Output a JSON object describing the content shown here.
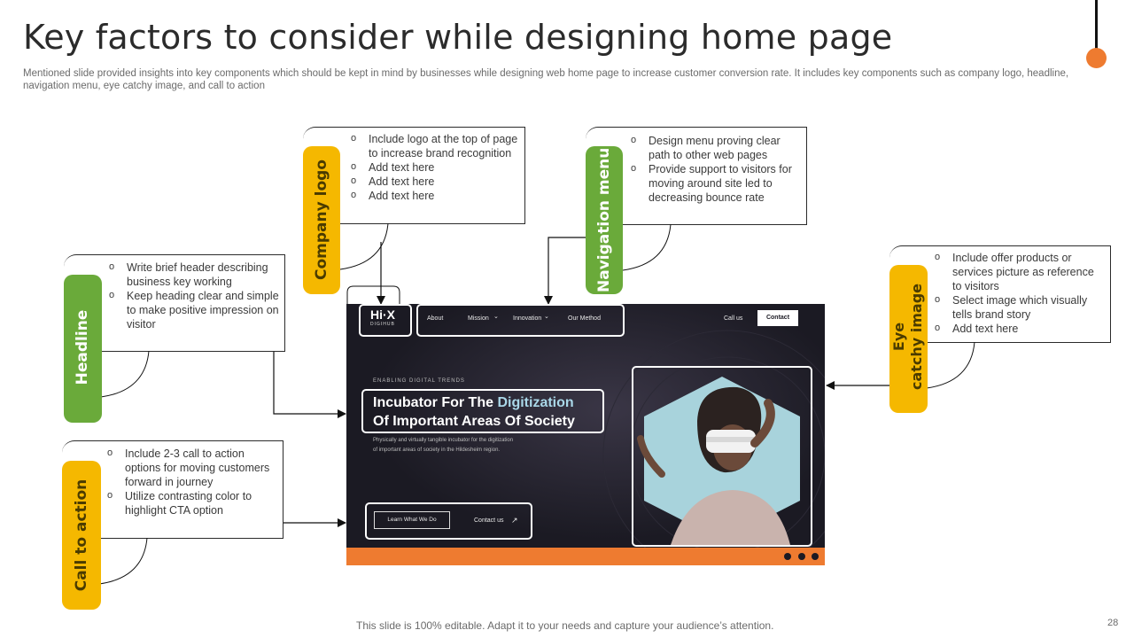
{
  "title": "Key factors to consider while designing home page",
  "subtitle": "Mentioned slide provided insights into key components which should be kept in mind by businesses while designing web home page to increase customer conversion rate. It includes key components such as company logo, headline, navigation menu, eye catchy image, and call to action",
  "footer": "This slide is 100% editable. Adapt it to your needs and capture your audience’s attention.",
  "page_number": "28",
  "colors": {
    "accent_orange": "#ee7b30",
    "yellow": "#f5b800",
    "green": "#6aaa3a",
    "dark": "#1b1a23"
  },
  "callouts": {
    "company_logo": {
      "label": "Company logo",
      "items": [
        "Include logo at the top of page to increase brand recognition",
        "Add text here",
        "Add text here",
        "Add text here"
      ]
    },
    "navigation_menu": {
      "label": "Navigation menu",
      "items": [
        "Design menu proving clear path to other web pages",
        "Provide  support to visitors for moving  around site led to decreasing bounce rate"
      ]
    },
    "headline": {
      "label": "Headline",
      "items": [
        "Write brief header describing business key working",
        "Keep heading clear and simple to make positive impression on visitor"
      ]
    },
    "eye_catchy_image": {
      "label_line1": "Eye",
      "label_line2": "catchy image",
      "items": [
        "Include offer products or services picture as reference  to visitors",
        "Select image which visually tells brand story",
        "Add text here"
      ]
    },
    "call_to_action": {
      "label": "Call to action",
      "items": [
        "Include 2-3 call to action options for moving customers forward  in journey",
        "Utilize contrasting color to highlight CTA option"
      ]
    }
  },
  "mockup": {
    "logo": "Hi·X",
    "logo_sub": "DIGIHUB",
    "nav": [
      "About",
      "Mission",
      "Innovation",
      "Our Method"
    ],
    "call_us": "Call us",
    "contact": "Contact",
    "kicker": "ENABLING DIGITAL TRENDS",
    "headline_part1": "Incubator For The ",
    "headline_highlight": "Digitization",
    "headline_line2": "Of Important Areas Of Society",
    "body_line1": "Physically and virtually tangible incubator for the digitization",
    "body_line2": "of important areas of society in the Hildesheim region.",
    "cta_primary": "Learn What We Do",
    "cta_secondary": "Contact us",
    "cta_arrow": "↗",
    "nav_chevron": "⌄"
  }
}
